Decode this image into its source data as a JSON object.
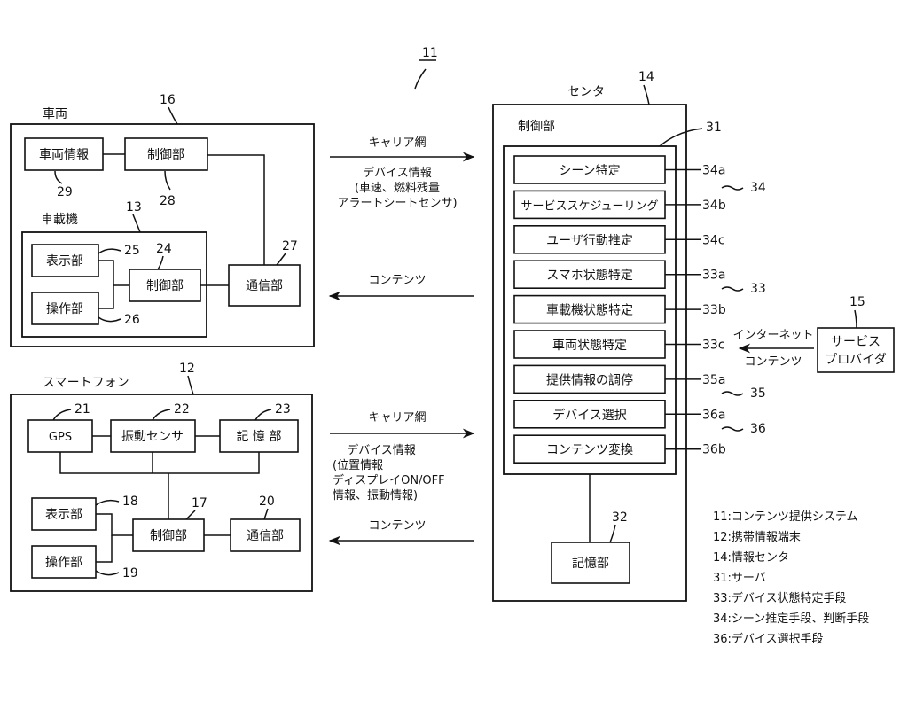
{
  "system_number": "11",
  "vehicle": {
    "title": "車両",
    "number": "16",
    "vehicle_info": "車両情報",
    "vehicle_info_num": "29",
    "control": "制御部",
    "control_num": "28",
    "onboard_title": "車載機",
    "onboard_num": "13",
    "display": "表示部",
    "display_num": "25",
    "operation": "操作部",
    "operation_num": "26",
    "onboard_control": "制御部",
    "onboard_control_num": "24",
    "comm": "通信部",
    "comm_num": "27"
  },
  "smartphone": {
    "title": "スマートフォン",
    "number": "12",
    "gps": "GPS",
    "gps_num": "21",
    "vibration": "振動センサ",
    "vibration_num": "22",
    "storage": "記 憶 部",
    "storage_num": "23",
    "display": "表示部",
    "display_num": "18",
    "operation": "操作部",
    "operation_num": "19",
    "control": "制御部",
    "control_num": "17",
    "comm": "通信部",
    "comm_num": "20"
  },
  "links": {
    "carrier_top": "キャリア網",
    "device_info_top": [
      "デバイス情報",
      "(車速、燃料残量",
      "アラートシートセンサ)"
    ],
    "content_top": "コンテンツ",
    "carrier_bottom": "キャリア網",
    "device_info_bottom": [
      "デバイス情報",
      "(位置情報",
      "ディスプレイON/OFF",
      "情報、振動情報)"
    ],
    "content_bottom": "コンテンツ",
    "internet": "インターネット",
    "internet_content": "コンテンツ"
  },
  "center": {
    "title": "センタ",
    "number": "14",
    "control_title": "制御部",
    "control_num": "31",
    "modules": [
      {
        "label": "シーン特定",
        "num": "34a"
      },
      {
        "label": "サービススケジューリング",
        "num": "34b"
      },
      {
        "label": "ユーザ行動推定",
        "num": "34c"
      },
      {
        "label": "スマホ状態特定",
        "num": "33a"
      },
      {
        "label": "車載機状態特定",
        "num": "33b"
      },
      {
        "label": "車両状態特定",
        "num": "33c"
      },
      {
        "label": "提供情報の調停",
        "num": "35a"
      },
      {
        "label": "デバイス選択",
        "num": "36a"
      },
      {
        "label": "コンテンツ変換",
        "num": "36b"
      }
    ],
    "group_nums": [
      "34",
      "33",
      "35",
      "36"
    ],
    "storage": "記憶部",
    "storage_num": "32"
  },
  "provider": {
    "label": [
      "サービス",
      "プロバイダ"
    ],
    "number": "15"
  },
  "legend": [
    "11:コンテンツ提供システム",
    "12:携帯情報端末",
    "14:情報センタ",
    "31:サーバ",
    "33:デバイス状態特定手段",
    "34:シーン推定手段、判断手段",
    "36:デバイス選択手段"
  ]
}
